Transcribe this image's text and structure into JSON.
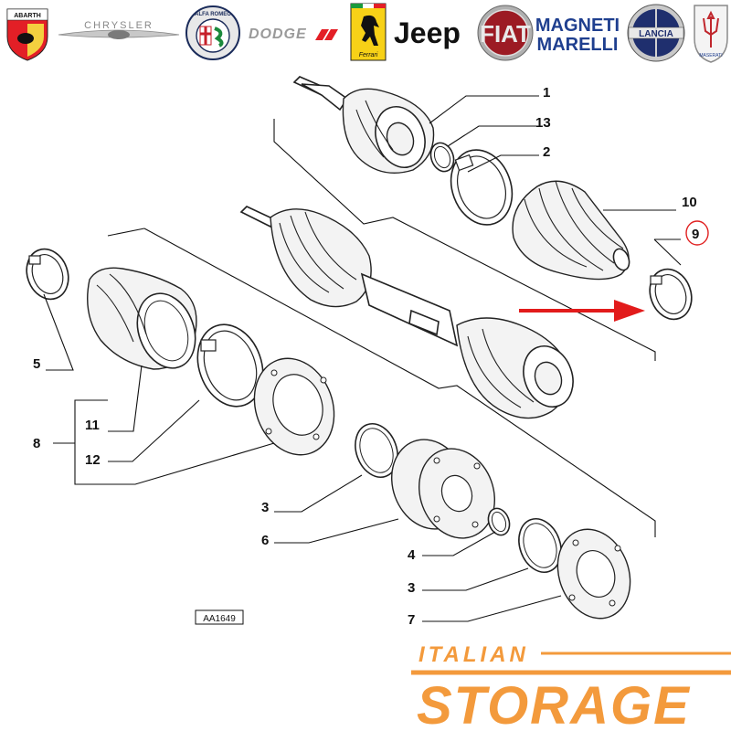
{
  "header": {
    "logos": [
      {
        "name": "abarth",
        "text": "ABARTH",
        "icon": "abarth-scorpion-shield-icon"
      },
      {
        "name": "chrysler",
        "text": "CHRYSLER",
        "icon": "chrysler-wings-icon"
      },
      {
        "name": "alfa-romeo",
        "text": "ALFA ROMEO",
        "icon": "alfa-romeo-badge-icon"
      },
      {
        "name": "dodge",
        "text": "DODGE",
        "icon": "dodge-stripes-icon"
      },
      {
        "name": "ferrari",
        "text": "Ferrari",
        "icon": "prancing-horse-icon"
      },
      {
        "name": "jeep",
        "text": "Jeep",
        "icon": "jeep-wordmark-icon"
      },
      {
        "name": "fiat",
        "text": "FIAT",
        "icon": "fiat-badge-icon"
      },
      {
        "name": "magneti-marelli",
        "text_line1": "MAGNETI",
        "text_line2": "MARELLI",
        "icon": "magneti-marelli-wordmark-icon"
      },
      {
        "name": "lancia",
        "text": "LANCIA",
        "icon": "lancia-shield-icon"
      },
      {
        "name": "maserati",
        "text": "MASERATI",
        "icon": "maserati-trident-icon"
      }
    ]
  },
  "diagram": {
    "callouts": {
      "c1": "1",
      "c2": "2",
      "c3a": "3",
      "c3b": "3",
      "c4": "4",
      "c5": "5",
      "c6": "6",
      "c7": "7",
      "c8": "8",
      "c9": "9",
      "c10": "10",
      "c11": "11",
      "c12": "12",
      "c13": "13"
    },
    "highlighted_callout": "9",
    "reference_code": "AA1649",
    "colors": {
      "highlight": "#e02020",
      "arrow": "#e21b1b",
      "brand": "#f39a3c"
    }
  },
  "footer": {
    "brand_line1": "ITALIAN",
    "brand_line2": "STORAGE"
  }
}
